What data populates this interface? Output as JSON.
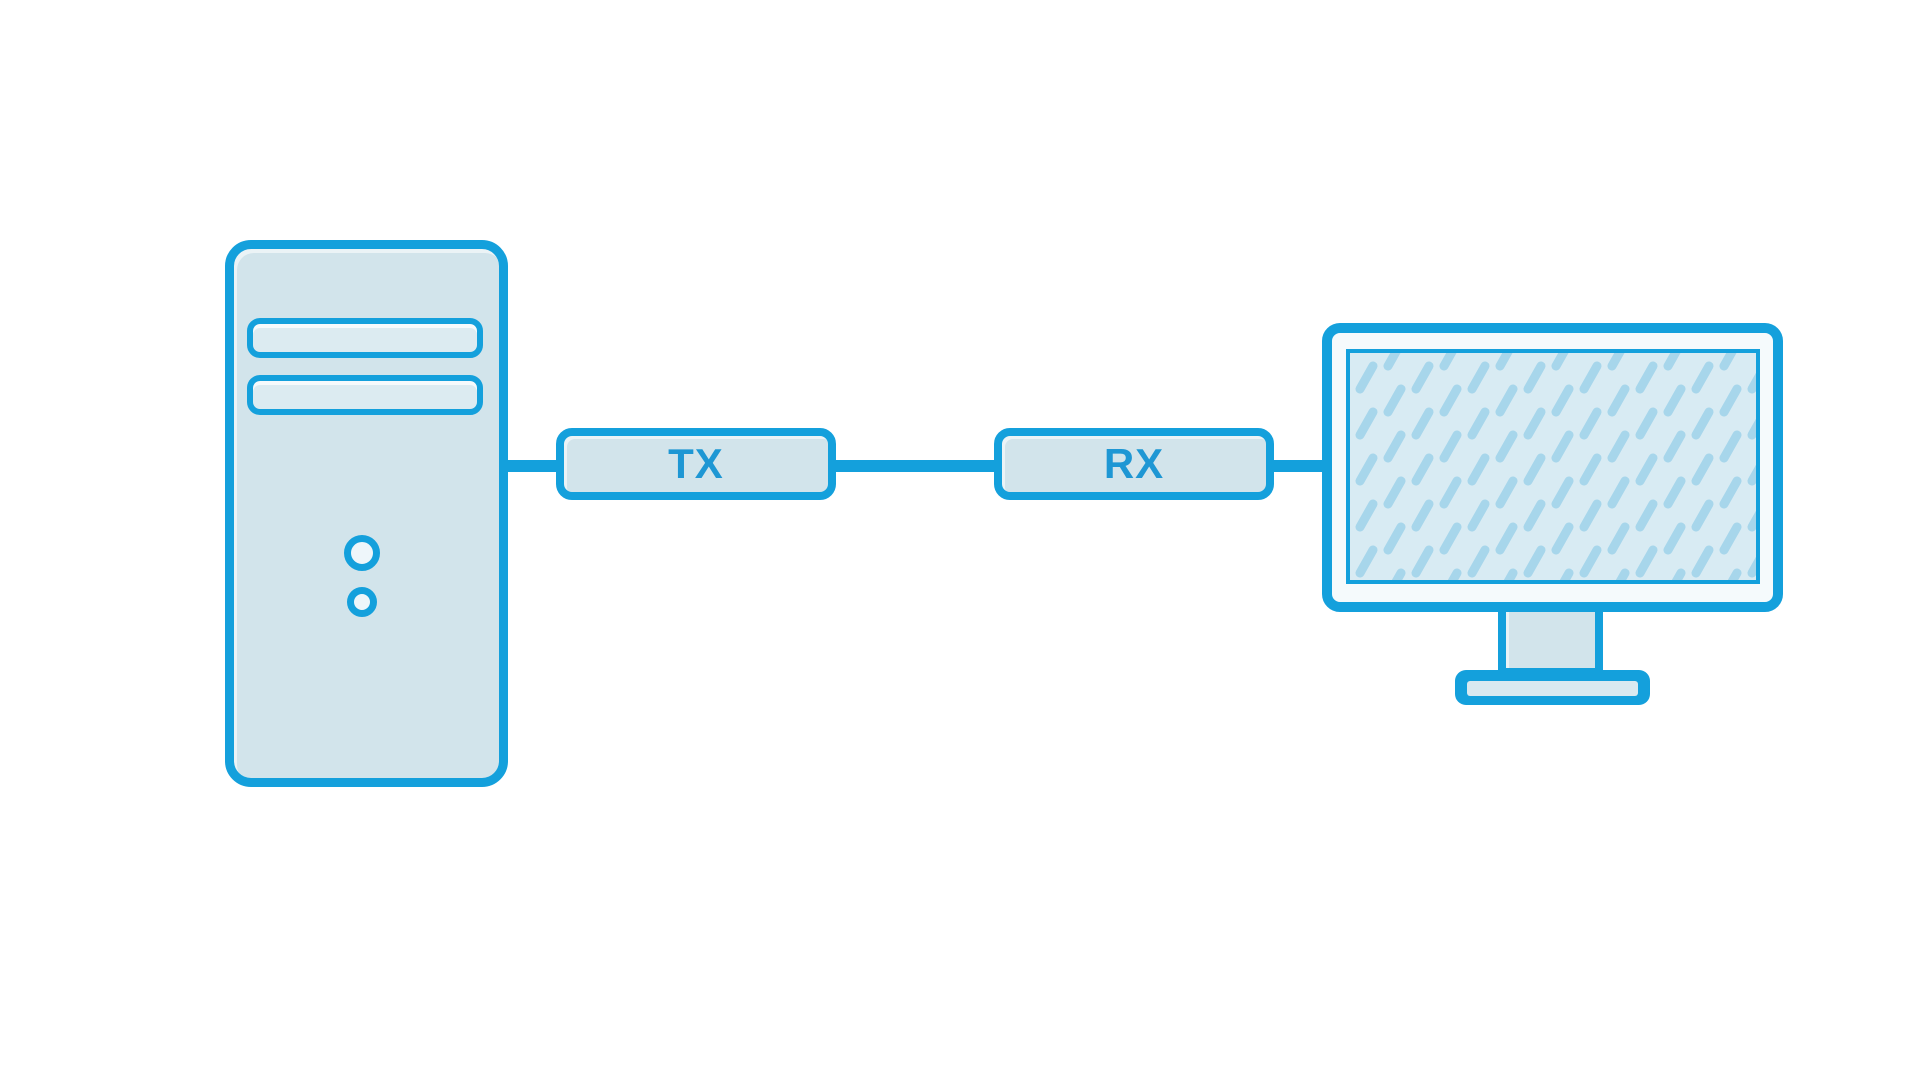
{
  "diagram": {
    "labels": {
      "tx": "TX",
      "rx": "RX"
    },
    "nodes": [
      {
        "id": "computer-tower",
        "icon": "pc-tower-icon",
        "label": ""
      },
      {
        "id": "transmitter",
        "label": "TX"
      },
      {
        "id": "receiver",
        "label": "RX"
      },
      {
        "id": "monitor",
        "icon": "monitor-icon",
        "label": ""
      }
    ],
    "connections": [
      {
        "from": "computer-tower",
        "to": "transmitter"
      },
      {
        "from": "transmitter",
        "to": "receiver"
      },
      {
        "from": "receiver",
        "to": "monitor"
      }
    ],
    "colors": {
      "background": "#ffffff",
      "stroke_blue": "#14a0dc",
      "node_fill": "#d2e4eb",
      "slot_fill": "#dcebf1",
      "screen_fill": "#d8ebf3",
      "screen_hatch": "#a7d6eb",
      "label_text": "#1e97d4",
      "inner_highlight": "#eef6fa"
    }
  }
}
